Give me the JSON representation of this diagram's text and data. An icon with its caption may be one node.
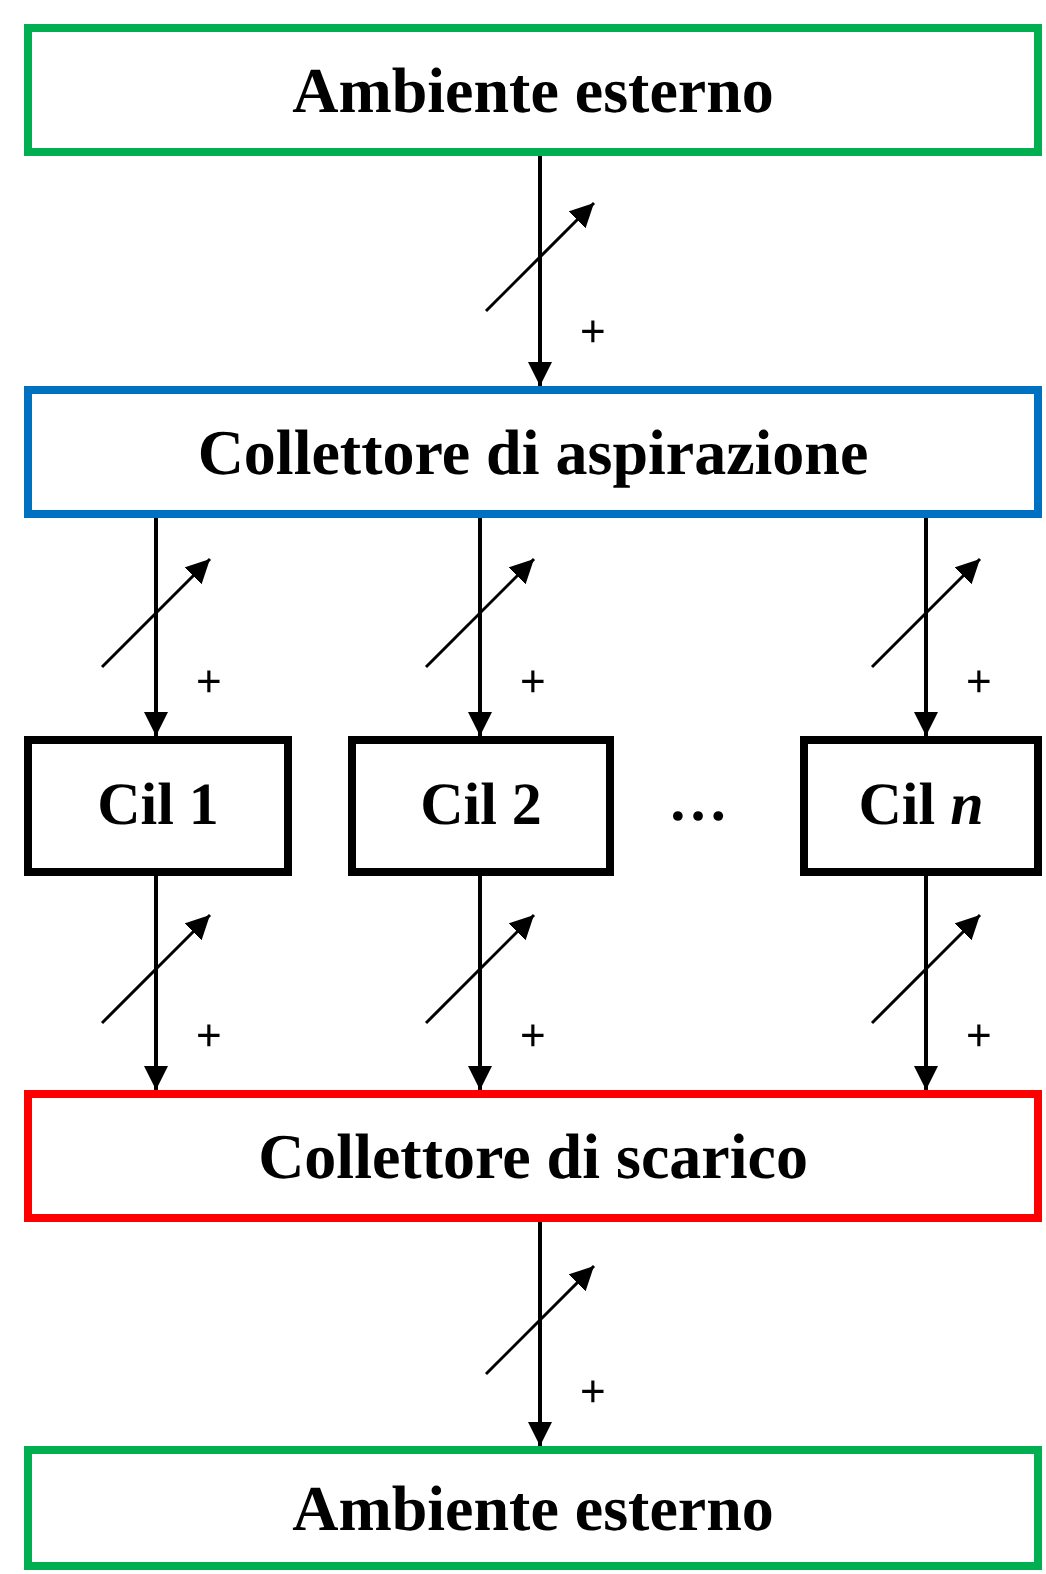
{
  "diagram": {
    "nodes": [
      {
        "text": [
          "Ambiente esterno"
        ]
      },
      {
        "text": [
          "Collettore di aspirazione"
        ]
      },
      {
        "text": [
          "Cil 1"
        ]
      },
      {
        "text": [
          "Cil 2"
        ]
      },
      {
        "text": [
          "Cil *n*"
        ]
      },
      {
        "text": [
          "Collettore di scarico"
        ]
      },
      {
        "text": [
          "Ambiente esterno"
        ]
      }
    ],
    "edges": [
      {
        "from": 0,
        "to": 1,
        "arrow": "to",
        "label": "+"
      },
      {
        "from": 1,
        "to": 2,
        "arrow": "to",
        "label": "+"
      },
      {
        "from": 1,
        "to": 3,
        "arrow": "to",
        "label": "+"
      },
      {
        "from": 1,
        "to": 4,
        "arrow": "to",
        "label": "+"
      },
      {
        "from": 2,
        "to": 5,
        "arrow": "to",
        "label": "+"
      },
      {
        "from": 3,
        "to": 5,
        "arrow": "to",
        "label": "+"
      },
      {
        "from": 4,
        "to": 5,
        "arrow": "to",
        "label": "+"
      },
      {
        "from": 5,
        "to": 6,
        "arrow": "to",
        "label": "+"
      }
    ],
    "labels": [
      "…"
    ]
  }
}
